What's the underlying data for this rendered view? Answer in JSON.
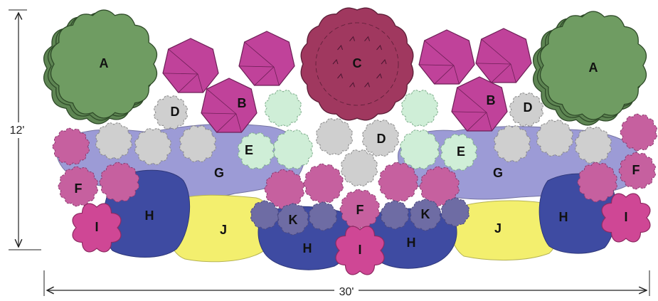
{
  "dimensions": {
    "height": "12'",
    "width": "30'"
  },
  "colors": {
    "A": "#6f9c62",
    "B": "#c0429a",
    "C": "#a0385f",
    "D": "#cfcfcf",
    "E": "#cfeed7",
    "F": "#c6609f",
    "G": "#9c9bd6",
    "H": "#3e4ba2",
    "I": "#cf4795",
    "J": "#f3ef6e",
    "K": "#6e6ca4"
  },
  "plants": [
    {
      "key": "A",
      "label": "A"
    },
    {
      "key": "A",
      "label": "A"
    },
    {
      "key": "B",
      "label": "B"
    },
    {
      "key": "B",
      "label": "B"
    },
    {
      "key": "C",
      "label": "C"
    },
    {
      "key": "D",
      "label": "D"
    },
    {
      "key": "D",
      "label": "D"
    },
    {
      "key": "D",
      "label": "D"
    },
    {
      "key": "E",
      "label": "E"
    },
    {
      "key": "E",
      "label": "E"
    },
    {
      "key": "F",
      "label": "F"
    },
    {
      "key": "F",
      "label": "F"
    },
    {
      "key": "F",
      "label": "F"
    },
    {
      "key": "G",
      "label": "G"
    },
    {
      "key": "G",
      "label": "G"
    },
    {
      "key": "H",
      "label": "H"
    },
    {
      "key": "H",
      "label": "H"
    },
    {
      "key": "H",
      "label": "H"
    },
    {
      "key": "H",
      "label": "H"
    },
    {
      "key": "I",
      "label": "I"
    },
    {
      "key": "I",
      "label": "I"
    },
    {
      "key": "I",
      "label": "I"
    },
    {
      "key": "J",
      "label": "J"
    },
    {
      "key": "J",
      "label": "J"
    },
    {
      "key": "K",
      "label": "K"
    },
    {
      "key": "K",
      "label": "K"
    }
  ]
}
